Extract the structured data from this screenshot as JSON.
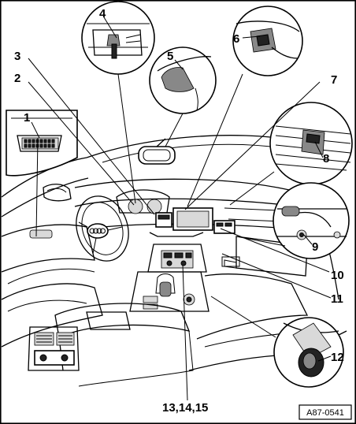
{
  "callouts": [
    "1",
    "2",
    "3",
    "4",
    "5",
    "6",
    "7",
    "8",
    "9",
    "10",
    "11",
    "12",
    "13,14,15"
  ],
  "reference_code": "A87-0541"
}
